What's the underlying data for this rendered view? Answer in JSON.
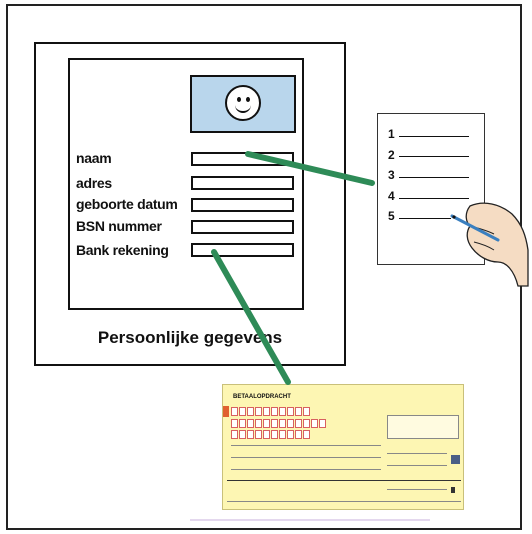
{
  "personal_details_card": {
    "fields": [
      {
        "label": "naam"
      },
      {
        "label": "adres"
      },
      {
        "label": "geboorte datum"
      },
      {
        "label": "BSN nummer"
      },
      {
        "label": "Bank rekening"
      }
    ],
    "caption": "Persoonlijke gegevens"
  },
  "numbered_list": {
    "numbers": [
      "1",
      "2",
      "3",
      "4",
      "5"
    ]
  },
  "bank_form": {
    "title": "BETAALOPDRACHT"
  },
  "colors": {
    "photo_background": "#b9d6ec",
    "connector_line": "#2e8b57",
    "form_background": "#fdf6b3"
  },
  "icons": [
    "smiley-face-icon",
    "hand-writing-icon"
  ]
}
